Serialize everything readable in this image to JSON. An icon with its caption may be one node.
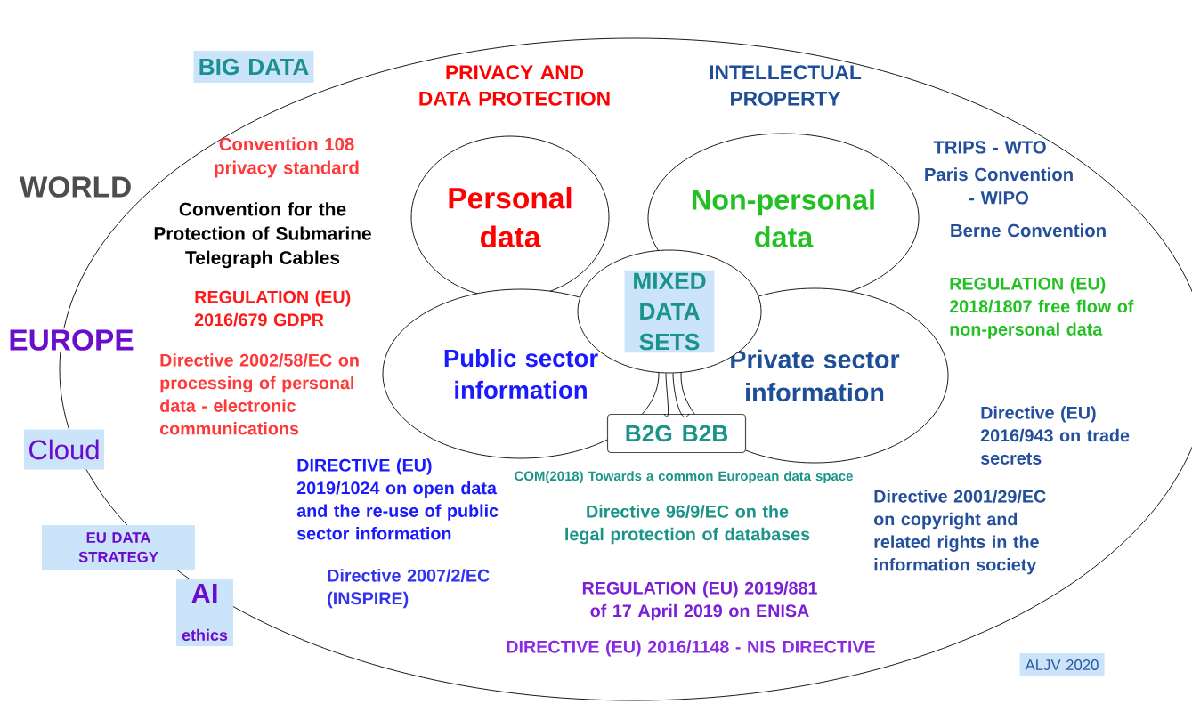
{
  "diagram": {
    "nodes": [
      {
        "text": [],
        "shape": "ellipse"
      },
      {
        "text": [
          "Personal data"
        ],
        "in": 0
      },
      {
        "text": [
          "Non-personal data"
        ],
        "in": 0
      },
      {
        "text": [
          "MIXED DATA SETS"
        ],
        "in": 0
      },
      {
        "text": [
          "Public sector information"
        ],
        "in": 0
      },
      {
        "text": [
          "Private sector information"
        ],
        "in": 0
      },
      {
        "text": [
          "B2G B2B"
        ],
        "in": 0
      },
      {
        "text": [
          "BIG DATA"
        ]
      },
      {
        "text": [
          "Cloud"
        ]
      },
      {
        "text": [
          "EU DATA STRATEGY"
        ]
      },
      {
        "text": [
          "AI",
          "ethics"
        ]
      },
      {
        "text": [
          "ALJV 2020"
        ]
      }
    ],
    "edges": [
      {
        "from": 6,
        "to": 3,
        "arrow": "none"
      },
      {
        "from": 6,
        "to": 3,
        "arrow": "none"
      }
    ],
    "labels": [
      "WORLD",
      "PRIVACY AND DATA PROTECTION",
      "INTELLECTUAL PROPERTY",
      "Convention 108 privacy standard",
      "TRIPS - WTO",
      "Paris Convention - WIPO",
      "Convention for the Protection of Submarine Telegraph Cables",
      "Berne Convention",
      "REGULATION (EU) 2016/679 GDPR",
      "REGULATION (EU) 2018/1807 free flow of non-personal data",
      "EUROPE",
      "Directive 2002/58/EC on processing of personal data - electronic communications",
      "Directive (EU) 2016/943 on trade secrets",
      "DIRECTIVE (EU) 2019/1024 on open data and the re-use of public sector information",
      "COM(2018) Towards a common European data space",
      "Directive 2001/29/EC on copyright and related rights in the information society",
      "Directive 96/9/EC on the legal protection of databases",
      "Directive 2007/2/EC (INSPIRE)",
      "REGULATION (EU) 2019/881 of 17 April 2019 on ENISA",
      "DIRECTIVE (EU) 2016/1148 - NIS DIRECTIVE"
    ]
  }
}
